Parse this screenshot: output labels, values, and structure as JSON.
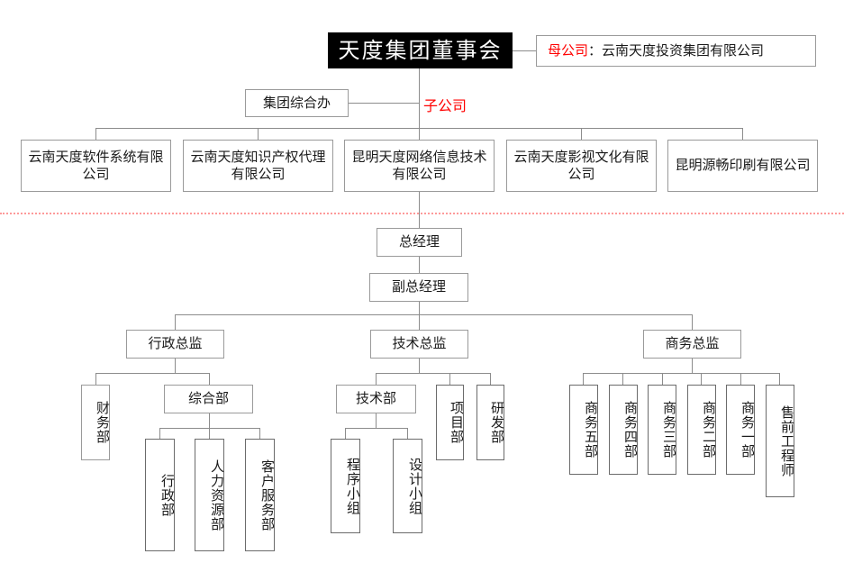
{
  "meta": {
    "title": "天度集团组织架构图",
    "accent_red": "#ff0000",
    "divider_color": "#fd9a9a",
    "line_color": "#8c8c8c",
    "root_bg": "#000000"
  },
  "top_section": {
    "root": {
      "label": "天度集团董事会"
    },
    "parent_company_note": {
      "tag": "母公司",
      "separator": "：",
      "name": "云南天度投资集团有限公司"
    },
    "subsidiary_tag": "子公司",
    "group_office": {
      "label": "集团综合办"
    },
    "subsidiaries": [
      {
        "label": "云南天度软件系统有限公司"
      },
      {
        "label": "云南天度知识产权代理有限公司"
      },
      {
        "label": "昆明天度网络信息技术有限公司"
      },
      {
        "label": "云南天度影视文化有限公司"
      },
      {
        "label": "昆明源畅印刷有限公司"
      }
    ]
  },
  "bottom_section": {
    "general_manager": {
      "label": "总经理"
    },
    "deputy_general_manager": {
      "label": "副总经理"
    },
    "directors": [
      {
        "label": "行政总监"
      },
      {
        "label": "技术总监"
      },
      {
        "label": "商务总监"
      }
    ],
    "admin_departments": [
      {
        "label": "财务部"
      },
      {
        "label": "综合部"
      }
    ],
    "admin_sub_departments": [
      {
        "label": "行政部"
      },
      {
        "label": "人力资源部"
      },
      {
        "label": "客户服务部"
      }
    ],
    "tech_departments": [
      {
        "label": "技术部"
      },
      {
        "label": "项目部"
      },
      {
        "label": "研发部"
      }
    ],
    "tech_sub_departments": [
      {
        "label": "程序小组"
      },
      {
        "label": "设计小组"
      }
    ],
    "business_departments": [
      {
        "label": "商务五部"
      },
      {
        "label": "商务四部"
      },
      {
        "label": "商务三部"
      },
      {
        "label": "商务二部"
      },
      {
        "label": "商务一部"
      },
      {
        "label": "售前工程师"
      }
    ]
  }
}
